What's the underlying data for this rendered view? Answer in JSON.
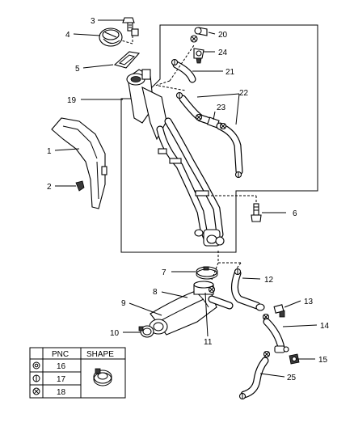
{
  "callouts": {
    "c1": "1",
    "c2": "2",
    "c3": "3",
    "c4": "4",
    "c5": "5",
    "c6": "6",
    "c7": "7",
    "c8": "8",
    "c9": "9",
    "c10": "10",
    "c11": "11",
    "c12": "12",
    "c13": "13",
    "c14": "14",
    "c15": "15",
    "c19": "19",
    "c20": "20",
    "c21": "21",
    "c22": "22",
    "c23": "23",
    "c24": "24",
    "c25": "25"
  },
  "legend": {
    "header_pnc": "PNC",
    "header_shape": "SHAPE",
    "rows": [
      "16",
      "17",
      "18"
    ],
    "symbols": [
      "double-circle-icon",
      "circle-vertical-bar-icon",
      "circle-x-icon"
    ]
  }
}
